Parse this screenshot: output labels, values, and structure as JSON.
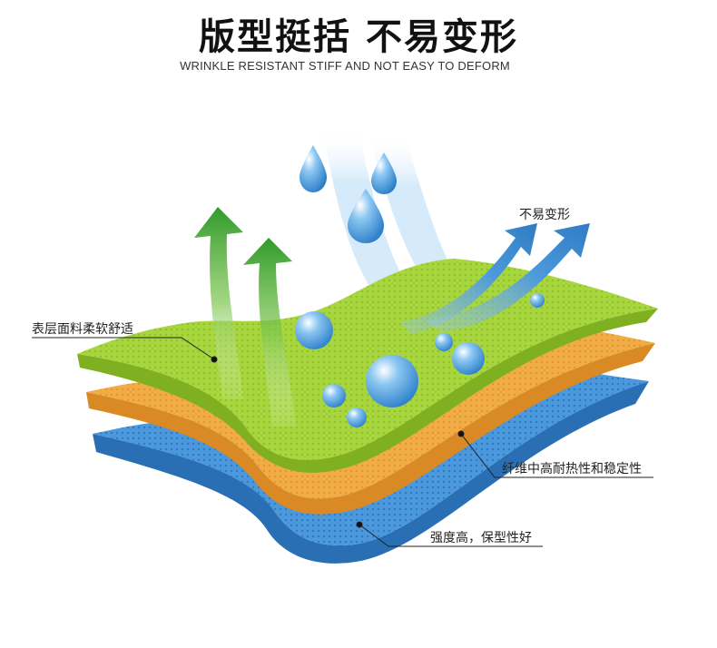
{
  "header": {
    "title": "版型挺括 不易变形",
    "subtitle": "WRINKLE RESISTANT  STIFF AND NOT EASY TO DEFORM"
  },
  "labels": {
    "top_layer": "表层面料柔软舒适",
    "arrow": "不易变形",
    "middle_layer": "纤维中高耐热性和稳定性",
    "bottom_layer": "强度高，保型性好"
  },
  "colors": {
    "green_layer": "#a8d63e",
    "orange_layer": "#f0a940",
    "blue_layer": "#3f8fd6",
    "green_arrow": "#3fa02a",
    "blue_arrow": "#2f7cc4",
    "water": "#5aa7e8"
  }
}
